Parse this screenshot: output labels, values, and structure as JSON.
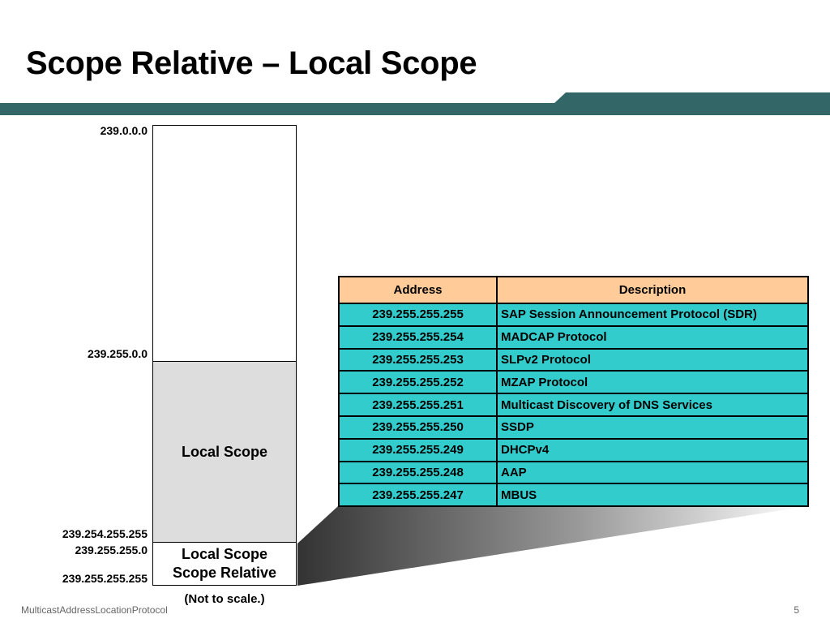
{
  "title": "Scope Relative – Local Scope",
  "colors": {
    "title_bar": "#336666",
    "table_header": "#ffcc99",
    "table_row": "#33cccc",
    "local_scope_fill": "#dddddd"
  },
  "address_labels": {
    "top": "239.0.0.0",
    "mid": "239.255.0.0",
    "local_end": "239.254.255.255",
    "relative_start": "239.255.255.0",
    "relative_end": "239.255.255.255"
  },
  "scope_blocks": {
    "local_scope": "Local Scope",
    "relative_line1": "Local Scope",
    "relative_line2": "Scope Relative"
  },
  "scale_note": "(Not to scale.)",
  "table": {
    "headers": [
      "Address",
      "Description"
    ],
    "rows": [
      [
        "239.255.255.255",
        "SAP Session Announcement Protocol (SDR)"
      ],
      [
        "239.255.255.254",
        "MADCAP Protocol"
      ],
      [
        "239.255.255.253",
        "SLPv2 Protocol"
      ],
      [
        "239.255.255.252",
        "MZAP Protocol"
      ],
      [
        "239.255.255.251",
        "Multicast Discovery of DNS Services"
      ],
      [
        "239.255.255.250",
        "SSDP"
      ],
      [
        "239.255.255.249",
        "DHCPv4"
      ],
      [
        "239.255.255.248",
        "AAP"
      ],
      [
        "239.255.255.247",
        "MBUS"
      ]
    ]
  },
  "footer": {
    "left": "MulticastAddressLocationProtocol",
    "page_number": "5"
  }
}
